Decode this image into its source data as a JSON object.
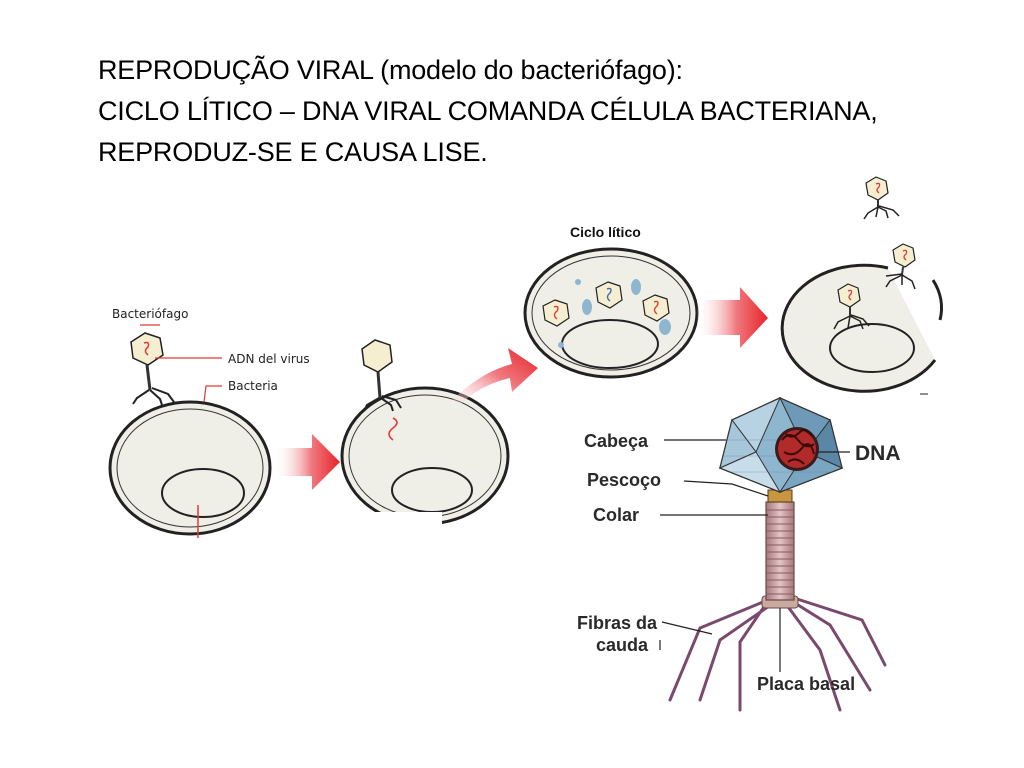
{
  "slide": {
    "title_lines": [
      "REPRODUÇÃO VIRAL (modelo do bacteriófago):",
      "CICLO LÍTICO – DNA VIRAL COMANDA CÉLULA BACTERIANA,",
      "REPRODUZ-SE E CAUSA LISE."
    ]
  },
  "cycle_diagram": {
    "title": "Ciclo lítico",
    "labels": {
      "bacteriophage": "Bacteriófago",
      "viral_dna": "ADN del virus",
      "bacteria": "Bacteria"
    }
  },
  "phage_diagram": {
    "labels": {
      "head": "Cabeça",
      "neck": "Pescoço",
      "collar": "Colar",
      "tail_fibers_line1": "Fibras da",
      "tail_fibers_line2": "cauda",
      "base_plate": "Placa basal",
      "dna": "DNA"
    }
  },
  "colors": {
    "arrow": "#e8232a",
    "cell_fill": "#efefe7",
    "dna_red": "#e23a3a",
    "capsid_blue": "#8fb6cf",
    "tail_purple": "#7a4a6e"
  }
}
